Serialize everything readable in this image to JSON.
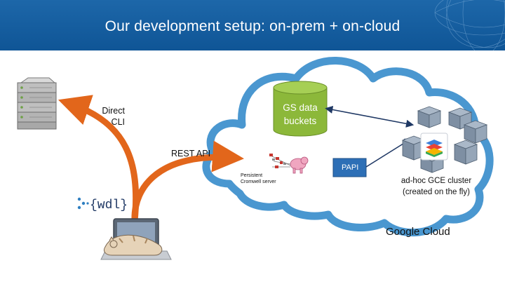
{
  "slide": {
    "title": "Our development setup: on-prem + on-cloud"
  },
  "labels": {
    "direct_cli_line1": "Direct",
    "direct_cli_line2": "CLI",
    "rest_api": "REST API",
    "gs_buckets_line1": "GS data",
    "gs_buckets_line2": "buckets",
    "papi": "PAPI",
    "cromwell_line1": "Persistent",
    "cromwell_line2": "Cromwell server",
    "cluster_line1": "ad-hoc GCE cluster",
    "cluster_line2": "(created on the fly)",
    "google_cloud": "Google Cloud",
    "wdl_logo": "{wdl}"
  },
  "colors": {
    "header_blue": "#1565a8",
    "cloud_outline": "#4a97d0",
    "arrow_orange": "#e2661b",
    "bucket_green": "#8cb83a",
    "papi_blue": "#2d6fb6",
    "connector_navy": "#1f3864"
  },
  "icons": {
    "server": "server-rack-icon",
    "laptop": "laptop-with-cat-icon",
    "cromwell": "pig-mascot-icon",
    "cluster": "compute-cubes-icon",
    "gce": "stacked-layers-icon"
  }
}
